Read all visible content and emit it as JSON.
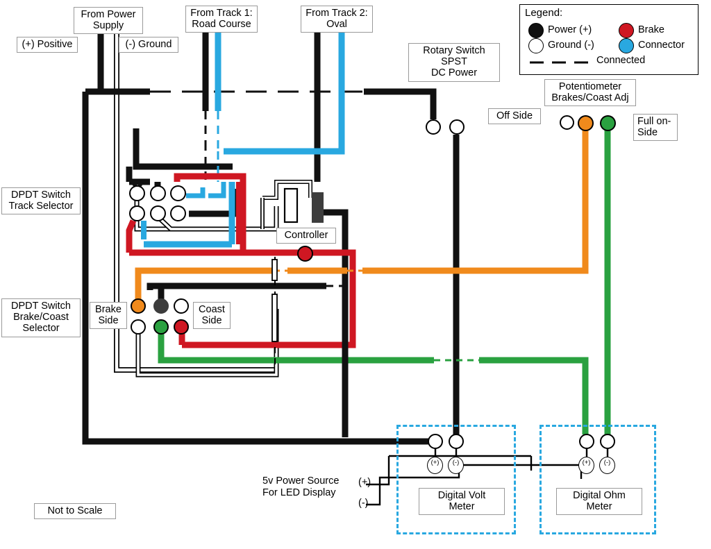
{
  "diagram": {
    "title_note": "Not to Scale",
    "colors": {
      "power_black": "#111111",
      "brake_red": "#cf1722",
      "connector_blue": "#29a8e0",
      "orange": "#f08a1c",
      "green": "#2aa140",
      "ground_white": "#ffffff",
      "dark_gray": "#3d3d3d",
      "label_border": "#9a9a9a"
    }
  },
  "legend": {
    "title": "Legend:",
    "items": [
      {
        "label": "Power (+)",
        "color": "#111111",
        "filled": true
      },
      {
        "label": "Ground (-)",
        "color": "#ffffff",
        "filled": false
      },
      {
        "label": "Brake",
        "color": "#cf1722",
        "filled": true
      },
      {
        "label": "Connector",
        "color": "#29a8e0",
        "filled": true
      }
    ],
    "connected_label": "Connected"
  },
  "labels": {
    "from_power_supply": "From Power\nSupply",
    "positive": "(+) Positive",
    "ground": "(-) Ground",
    "from_track_1": "From Track 1:\nRoad Course",
    "from_track_2": "From Track 2:\nOval",
    "rotary_switch": "Rotary Switch\nSPST\nDC Power",
    "potentiometer": "Potentiometer\nBrakes/Coast Adj",
    "off_side": "Off Side",
    "full_on_side": "Full on-\nSide",
    "dpdt_track_selector": "DPDT Switch\nTrack Selector",
    "dpdt_brake_coast": "DPDT Switch\nBrake/Coast\nSelector",
    "brake_side": "Brake\nSide",
    "coast_side": "Coast\nSide",
    "controller": "Controller",
    "digital_volt_meter": "Digital Volt\nMeter",
    "digital_ohm_meter": "Digital Ohm\nMeter",
    "five_v_power": "5v Power Source\nFor LED Display",
    "plus_lead": "(+)",
    "minus_lead": "(-)",
    "not_to_scale": "Not to Scale"
  },
  "terminals": {
    "rotary_switch": [
      {
        "name": "rotary-terminal-left",
        "fill": "#ffffff"
      },
      {
        "name": "rotary-terminal-right",
        "fill": "#ffffff"
      }
    ],
    "potentiometer": [
      {
        "name": "pot-terminal-off",
        "fill": "#ffffff"
      },
      {
        "name": "pot-terminal-wiper",
        "fill": "#f08a1c"
      },
      {
        "name": "pot-terminal-full-on",
        "fill": "#2aa140"
      }
    ],
    "track_selector": [
      {
        "name": "track-sel-t1",
        "fill": "#ffffff"
      },
      {
        "name": "track-sel-t2",
        "fill": "#ffffff"
      },
      {
        "name": "track-sel-t3",
        "fill": "#ffffff"
      },
      {
        "name": "track-sel-t4",
        "fill": "#ffffff"
      },
      {
        "name": "track-sel-t5",
        "fill": "#ffffff"
      },
      {
        "name": "track-sel-t6",
        "fill": "#ffffff"
      }
    ],
    "brake_coast_selector": [
      {
        "name": "bc-sel-orange",
        "fill": "#f08a1c"
      },
      {
        "name": "bc-sel-dark",
        "fill": "#3d3d3d"
      },
      {
        "name": "bc-sel-white-top",
        "fill": "#ffffff"
      },
      {
        "name": "bc-sel-white-bottom",
        "fill": "#ffffff"
      },
      {
        "name": "bc-sel-green",
        "fill": "#2aa140"
      },
      {
        "name": "bc-sel-red",
        "fill": "#cf1722"
      }
    ],
    "volt_meter": [
      {
        "name": "volt-terminal-left",
        "fill": "#ffffff"
      },
      {
        "name": "volt-terminal-right",
        "fill": "#ffffff"
      }
    ],
    "ohm_meter": [
      {
        "name": "ohm-terminal-left",
        "fill": "#ffffff"
      },
      {
        "name": "ohm-terminal-right",
        "fill": "#ffffff"
      }
    ],
    "meter_pins": [
      {
        "name": "volt-pin-plus",
        "label": "(+)"
      },
      {
        "name": "volt-pin-minus",
        "label": "(-)"
      },
      {
        "name": "ohm-pin-plus",
        "label": "(+)"
      },
      {
        "name": "ohm-pin-minus",
        "label": "(-)"
      }
    ]
  },
  "controller": {
    "brake_node_label": "brake-node"
  }
}
